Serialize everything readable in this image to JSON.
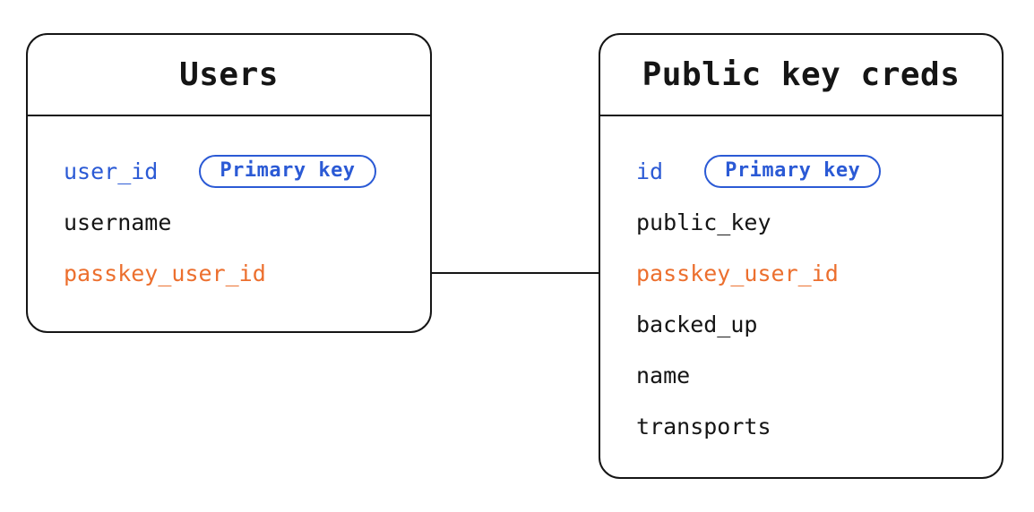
{
  "diagram": {
    "colors": {
      "blue": "#2B5AD5",
      "orange": "#EC6F2E",
      "line": "#151515",
      "text": "#151515",
      "background": "#FFFFFF"
    },
    "tables": [
      {
        "title": "Users",
        "fields": [
          {
            "name": "user_id",
            "role": "primary-key",
            "badge": "Primary key"
          },
          {
            "name": "username",
            "role": "regular"
          },
          {
            "name": "passkey_user_id",
            "role": "foreign-key"
          }
        ]
      },
      {
        "title": "Public key creds",
        "fields": [
          {
            "name": "id",
            "role": "primary-key",
            "badge": "Primary key"
          },
          {
            "name": "public_key",
            "role": "regular"
          },
          {
            "name": "passkey_user_id",
            "role": "foreign-key"
          },
          {
            "name": "backed_up",
            "role": "regular"
          },
          {
            "name": "name",
            "role": "regular"
          },
          {
            "name": "transports",
            "role": "regular"
          }
        ]
      }
    ],
    "relationship": {
      "from_table": "Users",
      "from_field": "passkey_user_id",
      "to_table": "Public key creds",
      "to_field": "passkey_user_id"
    }
  }
}
